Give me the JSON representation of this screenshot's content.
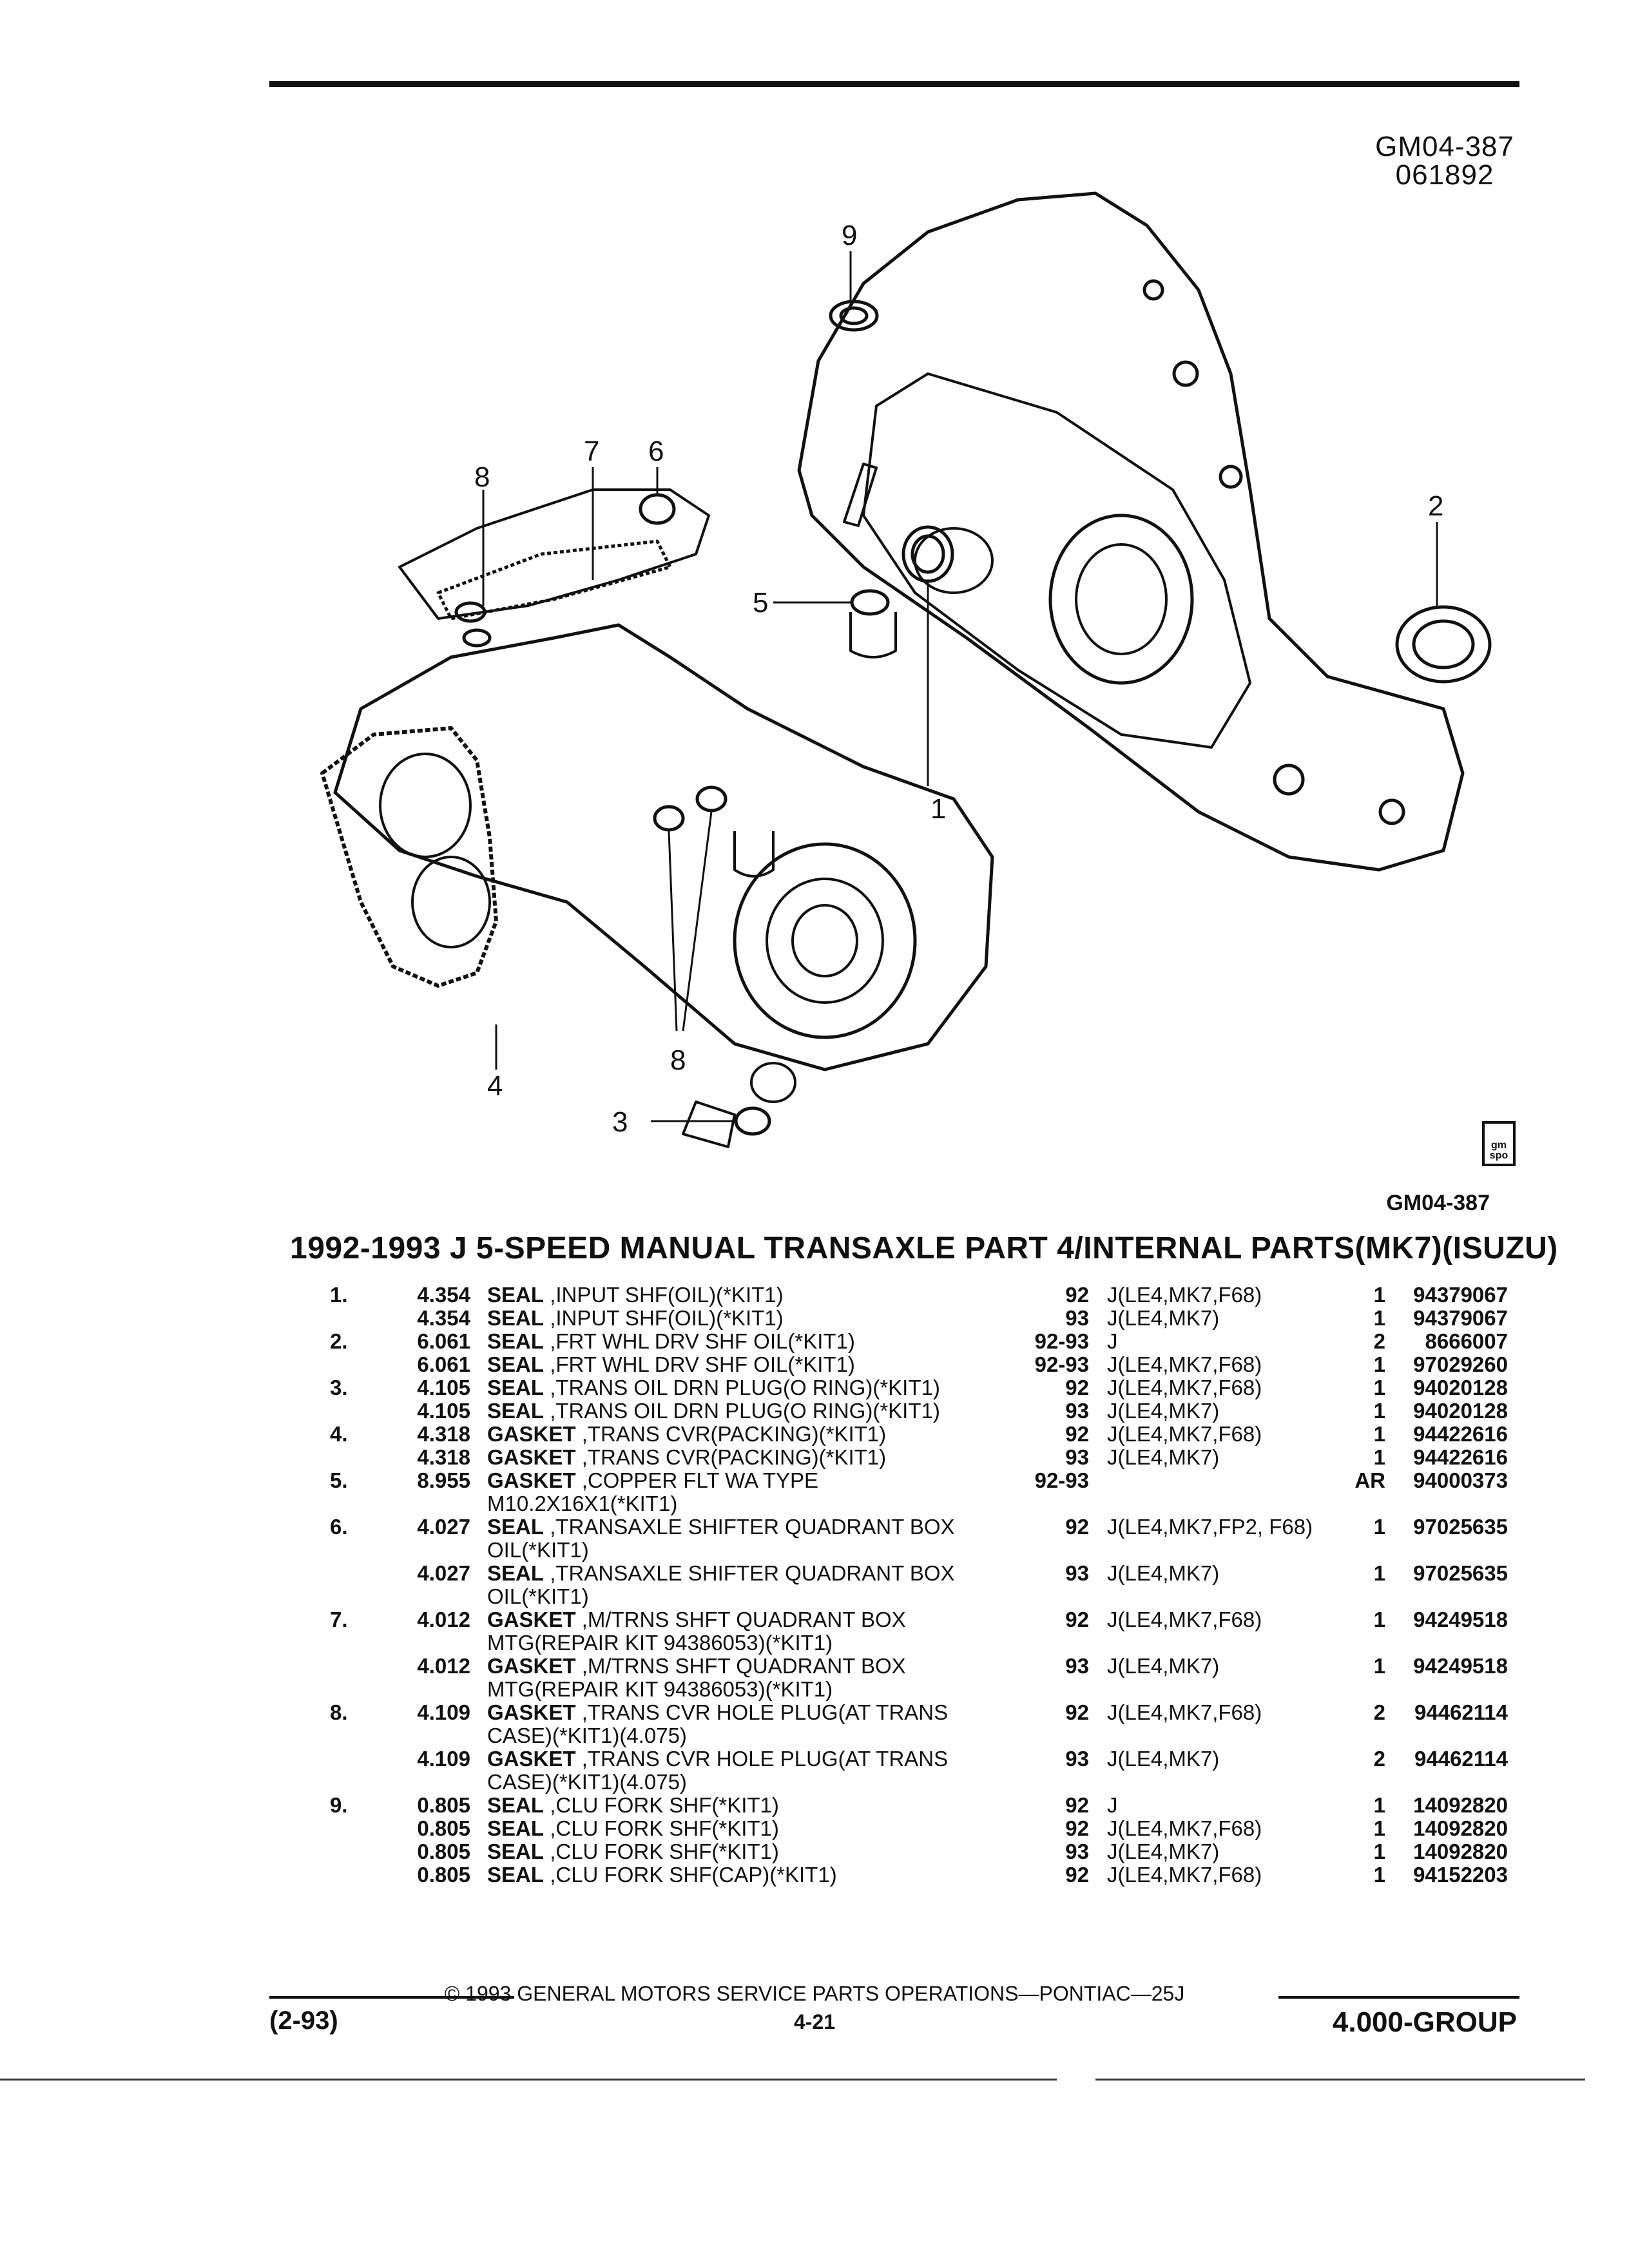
{
  "header": {
    "figure_code": "GM04-387",
    "date_code": "061892"
  },
  "figure": {
    "callouts": [
      "1",
      "2",
      "3",
      "4",
      "5",
      "6",
      "7",
      "8",
      "8",
      "9"
    ],
    "caption_code": "GM04-387",
    "logo_text": "gm spo"
  },
  "title": "1992-1993 J 5-SPEED MANUAL TRANSAXLE PART 4/INTERNAL PARTS(MK7)(ISUZU)",
  "parts": [
    {
      "item": "1.",
      "ref": "4.354",
      "name": "SEAL",
      "desc": ",INPUT SHF(OIL)(*KIT1)",
      "year": "92",
      "usage": "J(LE4,MK7,F68)",
      "qty": "1",
      "part": "94379067"
    },
    {
      "item": "",
      "ref": "4.354",
      "name": "SEAL",
      "desc": ",INPUT SHF(OIL)(*KIT1)",
      "year": "93",
      "usage": "J(LE4,MK7)",
      "qty": "1",
      "part": "94379067"
    },
    {
      "item": "2.",
      "ref": "6.061",
      "name": "SEAL",
      "desc": ",FRT WHL DRV SHF OIL(*KIT1)",
      "year": "92-93",
      "usage": "J",
      "qty": "2",
      "part": "8666007"
    },
    {
      "item": "",
      "ref": "6.061",
      "name": "SEAL",
      "desc": ",FRT WHL DRV SHF OIL(*KIT1)",
      "year": "92-93",
      "usage": "J(LE4,MK7,F68)",
      "qty": "1",
      "part": "97029260"
    },
    {
      "item": "3.",
      "ref": "4.105",
      "name": "SEAL",
      "desc": ",TRANS OIL DRN PLUG(O RING)(*KIT1)",
      "year": "92",
      "usage": "J(LE4,MK7,F68)",
      "qty": "1",
      "part": "94020128"
    },
    {
      "item": "",
      "ref": "4.105",
      "name": "SEAL",
      "desc": ",TRANS OIL DRN PLUG(O RING)(*KIT1)",
      "year": "93",
      "usage": "J(LE4,MK7)",
      "qty": "1",
      "part": "94020128"
    },
    {
      "item": "4.",
      "ref": "4.318",
      "name": "GASKET",
      "desc": ",TRANS CVR(PACKING)(*KIT1)",
      "year": "92",
      "usage": "J(LE4,MK7,F68)",
      "qty": "1",
      "part": "94422616"
    },
    {
      "item": "",
      "ref": "4.318",
      "name": "GASKET",
      "desc": ",TRANS CVR(PACKING)(*KIT1)",
      "year": "93",
      "usage": "J(LE4,MK7)",
      "qty": "1",
      "part": "94422616"
    },
    {
      "item": "5.",
      "ref": "8.955",
      "name": "GASKET",
      "desc": ",COPPER FLT WA TYPE M10.2X16X1(*KIT1)",
      "year": "92-93",
      "usage": "",
      "qty": "AR",
      "part": "94000373"
    },
    {
      "item": "6.",
      "ref": "4.027",
      "name": "SEAL",
      "desc": ",TRANSAXLE SHIFTER QUADRANT BOX OIL(*KIT1)",
      "year": "92",
      "usage": "J(LE4,MK7,FP2, F68)",
      "qty": "1",
      "part": "97025635"
    },
    {
      "item": "",
      "ref": "4.027",
      "name": "SEAL",
      "desc": ",TRANSAXLE SHIFTER QUADRANT BOX OIL(*KIT1)",
      "year": "93",
      "usage": "J(LE4,MK7)",
      "qty": "1",
      "part": "97025635"
    },
    {
      "item": "7.",
      "ref": "4.012",
      "name": "GASKET",
      "desc": ",M/TRNS SHFT QUADRANT BOX MTG(REPAIR KIT 94386053)(*KIT1)",
      "year": "92",
      "usage": "J(LE4,MK7,F68)",
      "qty": "1",
      "part": "94249518"
    },
    {
      "item": "",
      "ref": "4.012",
      "name": "GASKET",
      "desc": ",M/TRNS SHFT QUADRANT BOX MTG(REPAIR KIT 94386053)(*KIT1)",
      "year": "93",
      "usage": "J(LE4,MK7)",
      "qty": "1",
      "part": "94249518"
    },
    {
      "item": "8.",
      "ref": "4.109",
      "name": "GASKET",
      "desc": ",TRANS CVR HOLE PLUG(AT TRANS CASE)(*KIT1)(4.075)",
      "year": "92",
      "usage": "J(LE4,MK7,F68)",
      "qty": "2",
      "part": "94462114"
    },
    {
      "item": "",
      "ref": "4.109",
      "name": "GASKET",
      "desc": ",TRANS CVR HOLE PLUG(AT TRANS CASE)(*KIT1)(4.075)",
      "year": "93",
      "usage": "J(LE4,MK7)",
      "qty": "2",
      "part": "94462114"
    },
    {
      "item": "9.",
      "ref": "0.805",
      "name": "SEAL",
      "desc": ",CLU FORK SHF(*KIT1)",
      "year": "92",
      "usage": "J",
      "qty": "1",
      "part": "14092820"
    },
    {
      "item": "",
      "ref": "0.805",
      "name": "SEAL",
      "desc": ",CLU FORK SHF(*KIT1)",
      "year": "92",
      "usage": "J(LE4,MK7,F68)",
      "qty": "1",
      "part": "14092820"
    },
    {
      "item": "",
      "ref": "0.805",
      "name": "SEAL",
      "desc": ",CLU FORK SHF(*KIT1)",
      "year": "93",
      "usage": "J(LE4,MK7)",
      "qty": "1",
      "part": "14092820"
    },
    {
      "item": "",
      "ref": "0.805",
      "name": "SEAL",
      "desc": ",CLU FORK SHF(CAP)(*KIT1)",
      "year": "92",
      "usage": "J(LE4,MK7,F68)",
      "qty": "1",
      "part": "94152203"
    }
  ],
  "footer": {
    "copyright": "© 1993 GENERAL MOTORS SERVICE PARTS OPERATIONS—PONTIAC—25J",
    "page": "4-21",
    "date": "(2-93)",
    "group": "4.000-GROUP"
  }
}
